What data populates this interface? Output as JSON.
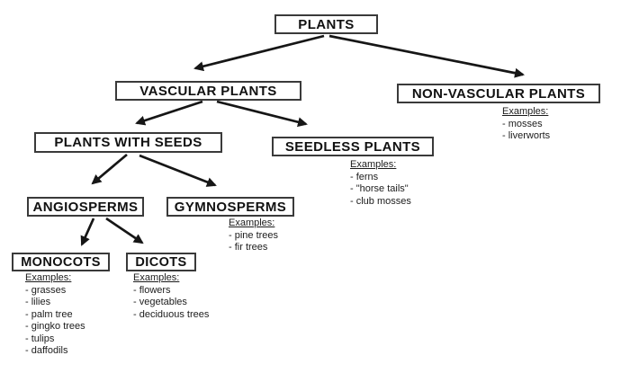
{
  "diagram": {
    "title_node": "PLANTS",
    "colors": {
      "background": "#ffffff",
      "box_border": "#3a3a3a",
      "text": "#111111",
      "arrow": "#161616"
    },
    "nodes": {
      "plants": {
        "label": "PLANTS"
      },
      "vascular": {
        "label": "VASCULAR PLANTS"
      },
      "nonvascular": {
        "label": "NON-VASCULAR PLANTS"
      },
      "seeds": {
        "label": "PLANTS WITH SEEDS"
      },
      "seedless": {
        "label": "SEEDLESS PLANTS"
      },
      "angiosperms": {
        "label": "ANGIOSPERMS"
      },
      "gymnosperms": {
        "label": "GYMNOSPERMS"
      },
      "monocots": {
        "label": "MONOCOTS"
      },
      "dicots": {
        "label": "DICOTS"
      }
    },
    "examples": {
      "nonvascular": {
        "title": "Examples:",
        "items": [
          "- mosses",
          "- liverworts"
        ]
      },
      "seedless": {
        "title": "Examples:",
        "items": [
          "- ferns",
          "- \"horse tails\"",
          "- club mosses"
        ]
      },
      "gymnosperms": {
        "title": "Examples:",
        "items": [
          "- pine trees",
          "- fir trees"
        ]
      },
      "monocots": {
        "title": "Examples:",
        "items": [
          "- grasses",
          "- lilies",
          "- palm tree",
          "- gingko trees",
          "- tulips",
          "- daffodils"
        ]
      },
      "dicots": {
        "title": "Examples:",
        "items": [
          "- flowers",
          "- vegetables",
          "- deciduous trees"
        ]
      }
    }
  }
}
